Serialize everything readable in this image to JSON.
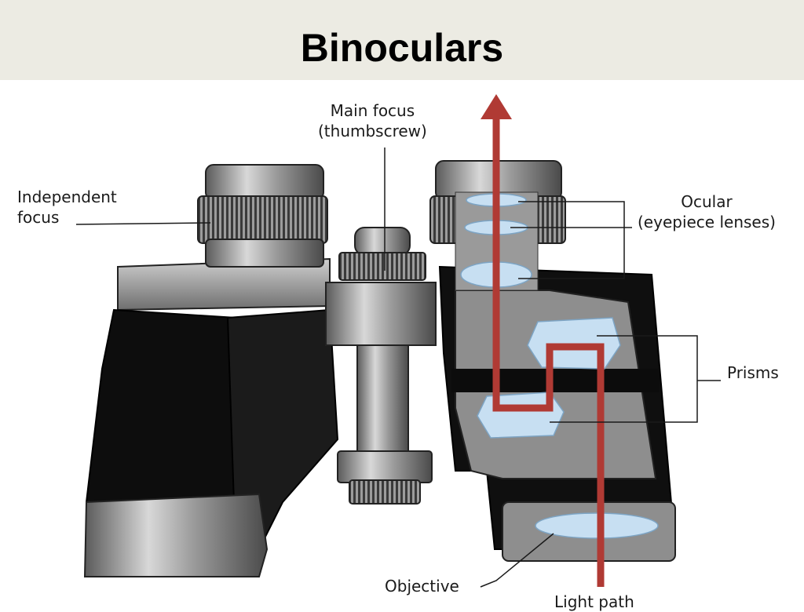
{
  "slide": {
    "title": "Binoculars"
  },
  "labels": {
    "independent_focus": "Independent\nfocus",
    "main_focus": "Main focus\n(thumbscrew)",
    "ocular": "Ocular\n(eyepiece lenses)",
    "prisms": "Prisms",
    "objective": "Objective",
    "light_path": "Light path"
  },
  "colors": {
    "title_bar": "#ecebe3",
    "light_path": "#b03a34",
    "lens": "#c7dff2",
    "body_dark": "#111111",
    "body_metal": "#8c8c8c"
  }
}
